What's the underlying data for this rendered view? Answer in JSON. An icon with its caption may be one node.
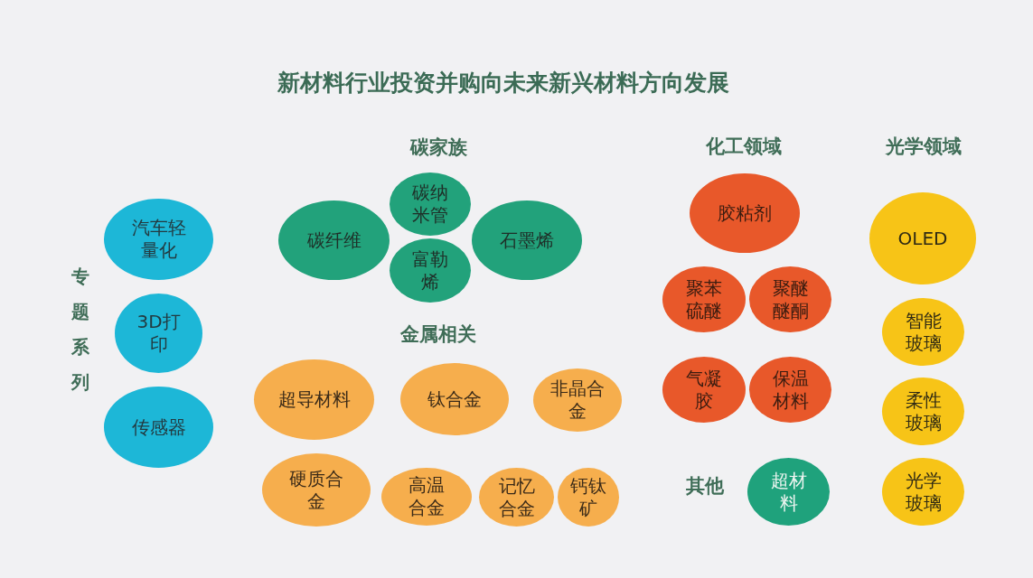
{
  "diagram": {
    "title": "新材料行业投资并购向未来新兴材料方向发展",
    "nodes": [
      {
        "text": [
          "汽车轻量化"
        ]
      },
      {
        "text": [
          "3D打印"
        ]
      },
      {
        "text": [
          "传感器"
        ]
      },
      {
        "text": [
          "碳纤维"
        ]
      },
      {
        "text": [
          "碳纳米管"
        ]
      },
      {
        "text": [
          "富勒烯"
        ]
      },
      {
        "text": [
          "石墨烯"
        ]
      },
      {
        "text": [
          "超导材料"
        ]
      },
      {
        "text": [
          "钛合金"
        ]
      },
      {
        "text": [
          "非晶合金"
        ]
      },
      {
        "text": [
          "硬质合金"
        ]
      },
      {
        "text": [
          "高温合金"
        ]
      },
      {
        "text": [
          "记忆合金"
        ]
      },
      {
        "text": [
          "钙钛矿"
        ]
      },
      {
        "text": [
          "胶粘剂"
        ]
      },
      {
        "text": [
          "聚苯硫醚"
        ]
      },
      {
        "text": [
          "聚醚醚酮"
        ]
      },
      {
        "text": [
          "气凝胶"
        ]
      },
      {
        "text": [
          "保温材料"
        ]
      },
      {
        "text": [
          "超材料"
        ]
      },
      {
        "text": [
          "OLED"
        ]
      },
      {
        "text": [
          "智能玻璃"
        ]
      },
      {
        "text": [
          "柔性玻璃"
        ]
      },
      {
        "text": [
          "光学玻璃"
        ]
      }
    ],
    "labels": [
      "碳家族",
      "化工领域",
      "光学领域",
      "专题系列",
      "金属相关",
      "其他"
    ]
  }
}
